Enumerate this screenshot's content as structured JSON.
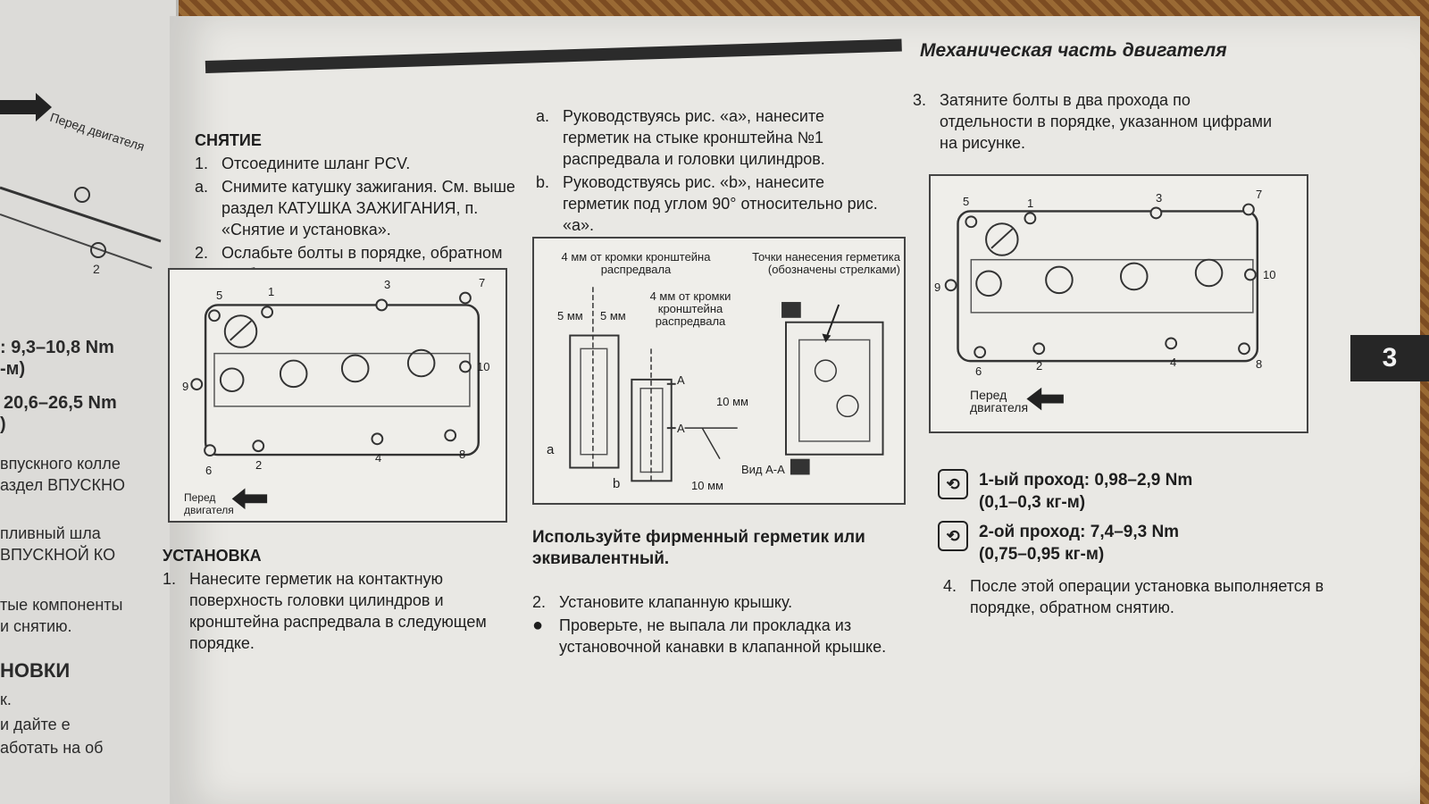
{
  "running_head": "Механическая часть двигателя",
  "section_tab": "3",
  "left_page": {
    "front_label": "Перед двигателя",
    "bolt_label": "2",
    "torque1": ": 9,3–10,8 Nm",
    "torque1b": "-м)",
    "torque2": "20,6–26,5 Nm",
    "torque2b": ")",
    "line1": "впускного колле",
    "line2": "аздел ВПУСКНО",
    "line3": "пливный шла",
    "line4": "ВПУСКНОЙ КО",
    "line5": "тые компоненты",
    "line6": "и снятию.",
    "line7": "НОВКИ",
    "line8": "к.",
    "line9": "и дайте е",
    "line10": "аботать на об"
  },
  "col1": {
    "heading_removal": "СНЯТИЕ",
    "step1": "Отсоедините шланг PCV.",
    "step_a": "Снимите катушку зажигания. См. выше раздел КАТУШКА ЗАЖИГАНИЯ, п. «Снятие и установка».",
    "step2": "Ослабьте болты в порядке, обратном изображенному на рисунку.",
    "diagram_front": "Перед двигателя",
    "heading_install": "УСТАНОВКА",
    "install1": "Нанесите герметик на контактную поверхность головки цилиндров и кронштейна распредвала в следующем порядке."
  },
  "col2": {
    "step_a": "Руководствуясь рис. «а», нанесите герметик на стыке кронштейна №1 распредвала и головки цилиндров.",
    "step_b": "Руководствуясь рис. «b», нанесите герметик под углом 90° относительно рис. «а».",
    "fig_label1": "4 мм от кромки кронштейна распредвала",
    "fig_label2": "4 мм от кромки кронштейна распредвала",
    "fig_label3": "Точки нанесения герметика (обозначены стрелками)",
    "fig_5mm_a": "5 мм",
    "fig_5mm_b": "5 мм",
    "fig_10mm_a": "10 мм",
    "fig_10mm_b": "10 мм",
    "fig_view": "Вид A-A",
    "fig_a": "a",
    "fig_b": "b",
    "fig_A1": "A",
    "fig_A2": "A",
    "note": "Используйте фирменный герметик или эквивалентный.",
    "step2": "Установите клапанную крышку.",
    "bullet": "Проверьте, не выпала ли прокладка из установочной канавки в клапанной крышке."
  },
  "col3": {
    "step3": "Затяните болты в два прохода по отдельности в порядке, указанном цифрами на рисунке.",
    "diagram_front": "Перед двигателя",
    "pass1": "1-ый проход: 0,98–2,9 Nm",
    "pass1b": "(0,1–0,3 кг-м)",
    "pass2": "2-ой проход: 7,4–9,3 Nm",
    "pass2b": "(0,75–0,95 кг-м)",
    "step4": "После этой операции установка выполняется в порядке, обратном снятию."
  },
  "step_numbers": {
    "n1": "1.",
    "na": "a.",
    "n2": "2.",
    "n1i": "1.",
    "ca": "a.",
    "cb": "b.",
    "c2": "2.",
    "n3": "3.",
    "n4": "4."
  },
  "bolt_numbers": [
    "5",
    "1",
    "3",
    "7",
    "9",
    "10",
    "6",
    "2",
    "4",
    "8"
  ]
}
